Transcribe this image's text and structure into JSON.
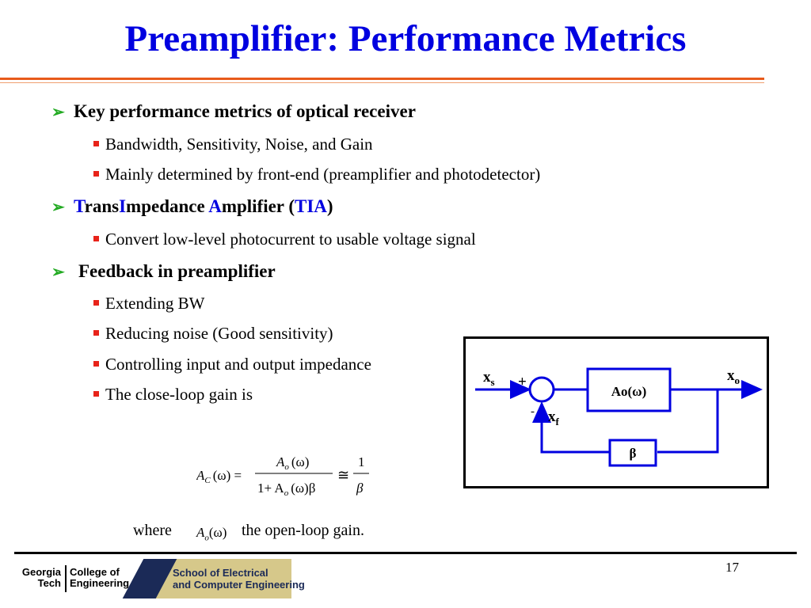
{
  "title": "Preamplifier: Performance Metrics",
  "bullets": {
    "b1": "Key performance metrics of optical receiver",
    "b1_sub": [
      "Bandwidth, Sensitivity, Noise, and Gain",
      "Mainly determined by front-end (preamplifier and photodetector)"
    ],
    "b2_parts": [
      "T",
      "rans",
      "I",
      "mpedance ",
      "A",
      "mplifier (",
      "TIA",
      ")"
    ],
    "b2_sub": [
      "Convert low-level photocurrent to usable voltage signal"
    ],
    "b3": "Feedback in preamplifier",
    "b3_sub": [
      "Extending BW",
      "Reducing noise (Good sensitivity)",
      "Controlling input and output impedance",
      "The close-loop gain is"
    ]
  },
  "diagram": {
    "input_label": "x",
    "input_sub": "s",
    "output_label": "x",
    "output_sub": "o",
    "feedback_label": "x",
    "feedback_sub": "f",
    "plus": "+",
    "minus": "-",
    "forward_block": "Ao(ω)",
    "feedback_block": "β"
  },
  "formula": {
    "lhs": "A",
    "lhs_sub": "C",
    "arg": "(ω) =",
    "num": "A",
    "num_sub": "o",
    "num_arg": "(ω)",
    "den_pre": "1+ A",
    "den_sub": "o",
    "den_arg": "(ω)β",
    "approx": "≅",
    "rhs_num": "1",
    "rhs_den": "β"
  },
  "where": {
    "prefix": "where",
    "symbol": "A",
    "symbol_sub": "o",
    "symbol_arg": "(ω)",
    "suffix": "the open-loop gain."
  },
  "page_number": "17",
  "logo": {
    "org1": "Georgia",
    "org2": "Tech",
    "college1": "College of",
    "college2": "Engineering",
    "school1": "School of Electrical",
    "school2": "and Computer Engineering"
  },
  "colors": {
    "title": "#0000e0",
    "rule": "#e85a1a",
    "arrow": "#22aa22",
    "square": "#e8231a",
    "diagram": "#0000e0"
  }
}
